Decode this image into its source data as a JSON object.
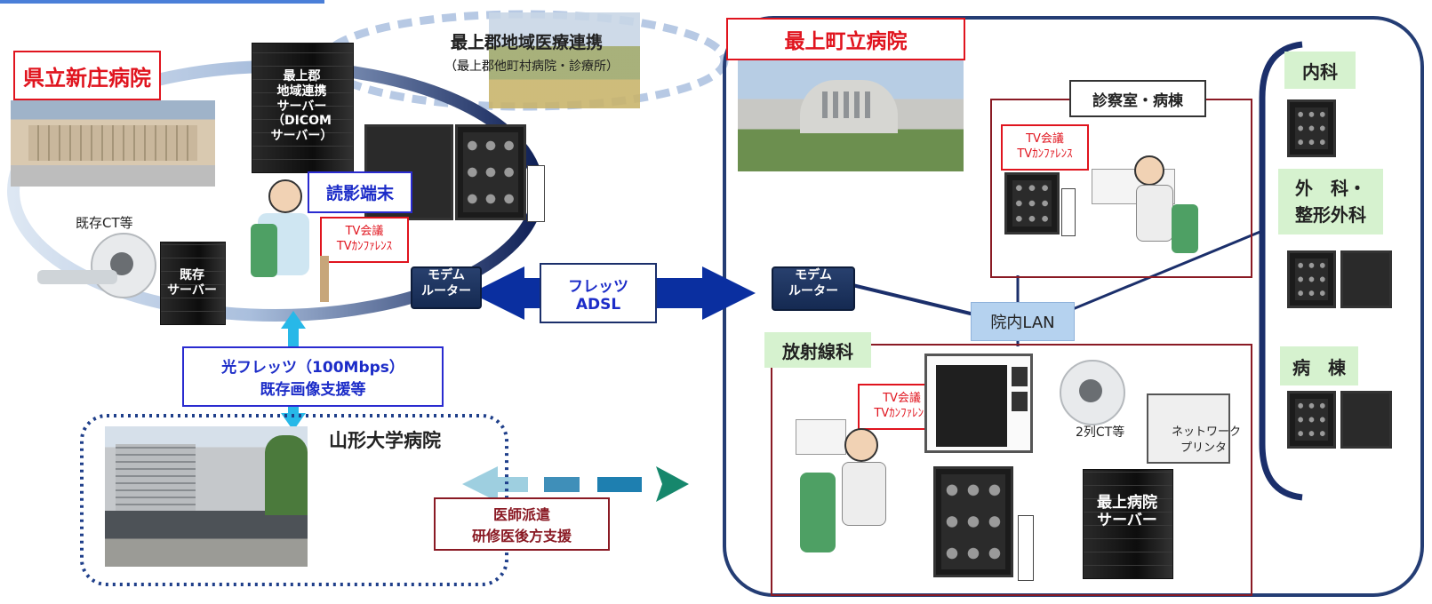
{
  "regional": {
    "title": "最上郡地域医療連携",
    "subtitle": "（最上郡他町村病院・診療所）"
  },
  "kenritsu": {
    "title": "県立新庄病院",
    "existing_ct": "既存CT等",
    "existing_server": [
      "既存",
      "サーバー"
    ],
    "regional_server": [
      "最上郡",
      "地域連携",
      "サーバー",
      "（DICOM",
      "サーバー）"
    ],
    "reading_terminal": "読影端末",
    "tv_conf": [
      "TV会議",
      "TVｶﾝﾌｧﾚﾝｽ"
    ],
    "modem": [
      "モデム",
      "ルーター"
    ]
  },
  "flets": {
    "label1": "フレッツ",
    "label2": "ADSL"
  },
  "hikari": {
    "line1": "光フレッツ（100Mbps）",
    "line2": "既存画像支援等"
  },
  "yamagata": {
    "title": "山形大学病院"
  },
  "dispatch": {
    "line1": "医師派遣",
    "line2": "研修医後方支援"
  },
  "mogami": {
    "title": "最上町立病院",
    "modem": [
      "モデム",
      "ルーター"
    ],
    "lan": "院内LAN",
    "exam_room": {
      "title": "診察室・病棟",
      "tv_conf": [
        "TV会議",
        "TVｶﾝﾌｧﾚﾝｽ"
      ]
    },
    "radiology": {
      "title": "放射線科",
      "tv_conf": [
        "TV会議",
        "TVｶﾝﾌｧﾚﾝｽ"
      ],
      "ct": "2列CT等",
      "printer": [
        "ネットワーク",
        "プリンタ"
      ],
      "server": [
        "最上病院",
        "サーバー"
      ]
    },
    "departments": [
      {
        "label": "内科"
      },
      {
        "label": "外　科・\n整形外科"
      },
      {
        "label": "病　棟"
      }
    ]
  },
  "colors": {
    "red": "#e0141e",
    "blue": "#1c2cc8",
    "navy": "#1b2f6b",
    "darkred": "#8a1a24",
    "green_label": "#d6f2cf",
    "teal": "#1a8a6e"
  }
}
